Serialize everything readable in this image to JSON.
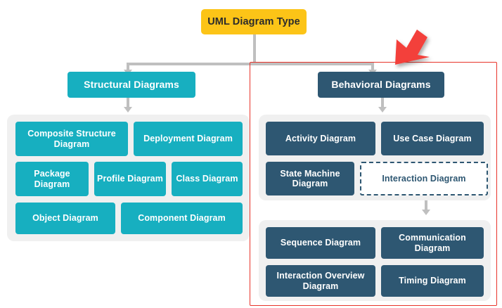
{
  "diagram": {
    "title": "UML Diagram Type",
    "type": "hierarchy-tree",
    "root": {
      "label": "UML Diagram Type",
      "color": "#FCC417",
      "text_color": "#2B2B2B"
    },
    "branches": [
      {
        "id": "structural",
        "label": "Structural Diagrams",
        "color": "#17AFC0",
        "children": [
          {
            "label": "Composite Structure Diagram"
          },
          {
            "label": "Deployment Diagram"
          },
          {
            "label": "Package Diagram"
          },
          {
            "label": "Profile Diagram"
          },
          {
            "label": "Class Diagram"
          },
          {
            "label": "Object Diagram"
          },
          {
            "label": "Component Diagram"
          }
        ]
      },
      {
        "id": "behavioral",
        "label": "Behavioral Diagrams",
        "color": "#2E5772",
        "children": [
          {
            "label": "Activity Diagram"
          },
          {
            "label": "Use Case Diagram"
          },
          {
            "label": "State Machine Diagram"
          },
          {
            "label": "Interaction Diagram",
            "style": "dashed"
          }
        ],
        "subgroup": {
          "parent": "Interaction Diagram",
          "children": [
            {
              "label": "Sequence Diagram"
            },
            {
              "label": "Communication Diagram"
            },
            {
              "label": "Interaction Overview Diagram"
            },
            {
              "label": "Timing Diagram"
            }
          ]
        }
      }
    ],
    "annotation": {
      "highlight_color": "#E8332A",
      "pointer": "red-arrow-cursor",
      "highlights": "behavioral-diagrams-section"
    },
    "palette": {
      "background": "#FFFFFF",
      "panel": "#F0F0F0",
      "connector": "#BFBFBF",
      "teal": "#17AFC0",
      "slate": "#2E5772",
      "yellow": "#FCC417",
      "red": "#E8332A"
    }
  }
}
